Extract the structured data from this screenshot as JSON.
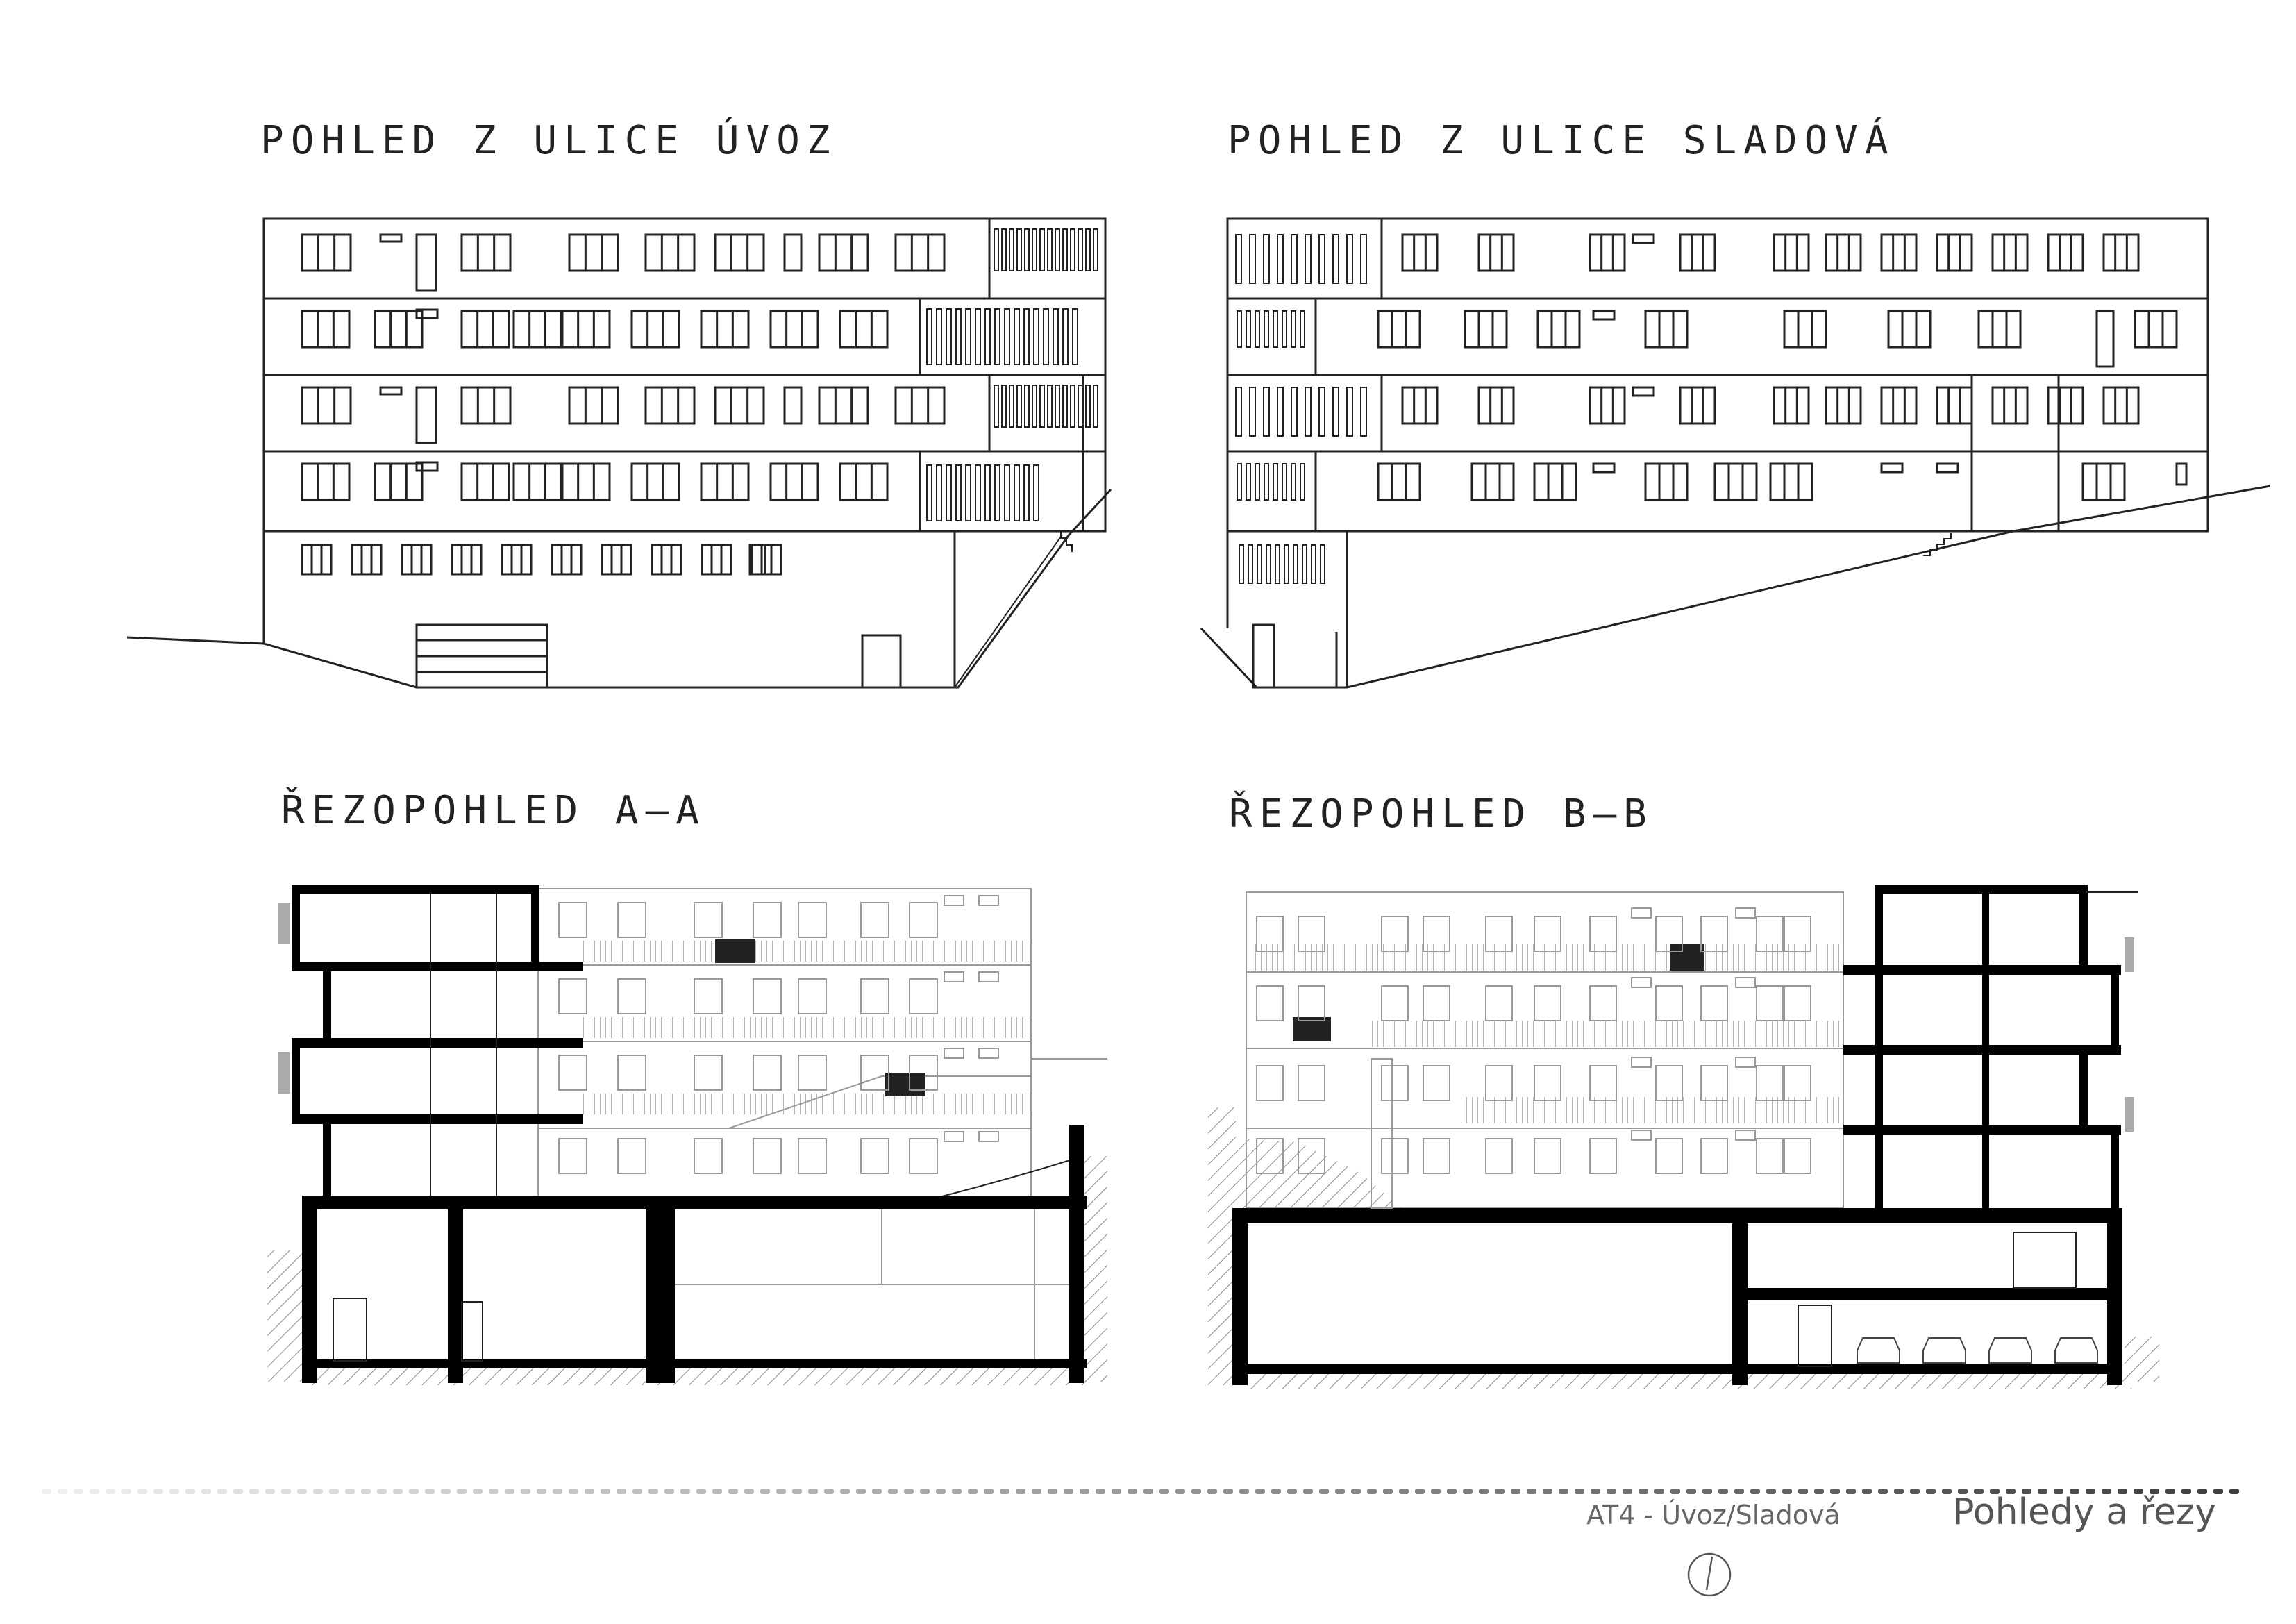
{
  "drawings": {
    "view_uvoz": {
      "title": "POHLED Z ULICE ÚVOZ"
    },
    "view_sladova": {
      "title": "POHLED Z ULICE SLADOVÁ"
    },
    "section_aa": {
      "title": "ŘEZOPOHLED A—A"
    },
    "section_bb": {
      "title": "ŘEZOPOHLED B—B"
    }
  },
  "footer": {
    "project": "AT4 - Úvoz/Sladová",
    "sheet_title": "Pohledy a řezy"
  }
}
